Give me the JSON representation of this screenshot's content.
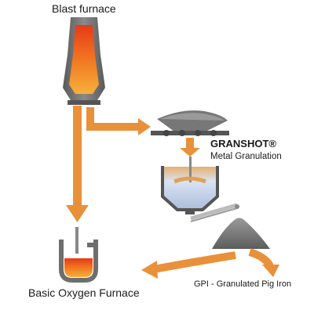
{
  "labels": {
    "blast_furnace": "Blast furnace",
    "granshot_title": "GRANSHOT®",
    "granshot_subtitle": "Metal Granulation",
    "bof": "Basic Oxygen Furnace",
    "gpi": "GPI - Granulated Pig Iron"
  },
  "colors": {
    "flow_arrow": "#e8913a",
    "molten_metal": "#f06a1e",
    "metal_grey": "#6e6e6e",
    "dark_grey": "#4a4a4a",
    "light_grey": "#bfbfbf",
    "water_blue": "#c7d7ee"
  },
  "icons": [
    "blast-furnace-icon",
    "conveyor-icon",
    "granulation-tank-icon",
    "pig-iron-pile-icon",
    "bof-converter-icon"
  ]
}
